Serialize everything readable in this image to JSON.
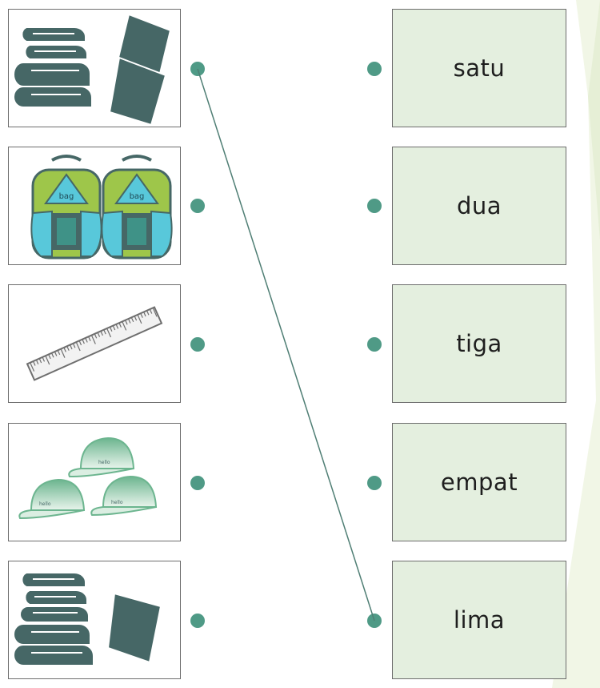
{
  "exercise": {
    "left_items": [
      {
        "name": "books-four",
        "icon": "books-icon",
        "count": 4
      },
      {
        "name": "backpacks-two",
        "icon": "backpack-icon",
        "count": 2
      },
      {
        "name": "ruler-one",
        "icon": "ruler-icon",
        "count": 1
      },
      {
        "name": "caps-three",
        "icon": "cap-icon",
        "count": 3
      },
      {
        "name": "books-five",
        "icon": "books-icon",
        "count": 5
      }
    ],
    "right_words": [
      "satu",
      "dua",
      "tiga",
      "empat",
      "lima"
    ],
    "backpack_label": "bag",
    "cap_label": "hello",
    "matched_line": {
      "from_left_index": 0,
      "to_right_index": 4
    },
    "colors": {
      "icon_dark": "#466766",
      "dot": "#4f9a86",
      "word_card_bg": "#e4efdf",
      "bag_green": "#9ec64a",
      "bag_blue": "#58c8da",
      "cap_green": "#6cb58f"
    }
  }
}
